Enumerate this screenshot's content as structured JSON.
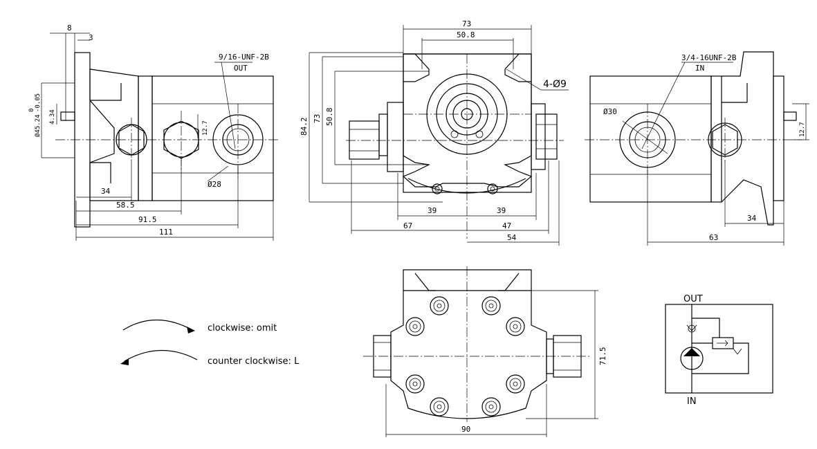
{
  "left_view": {
    "dims": {
      "top_8": "8",
      "top_3": "3",
      "d45": "Ø45.24",
      "d45_tol_upper": "0",
      "d45_tol_lower": "-0.05",
      "d434": "4.34",
      "d12_7": "12.7",
      "d34": "34",
      "d58_5": "58.5",
      "d91_5": "91.5",
      "d111": "111",
      "d28": "Ø28"
    },
    "port_callout_1": "9/16-UNF-2B",
    "port_callout_2": "OUT"
  },
  "front_view": {
    "dims": {
      "d73_top": "73",
      "d50_8_top": "50.8",
      "d84_2": "84.2",
      "d73_left": "73",
      "d50_8_left": "50.8",
      "d39_left": "39",
      "d39_right": "39",
      "d67": "67",
      "d47": "47",
      "d54": "54"
    },
    "holes_label": "4-Ø9"
  },
  "right_view": {
    "dims": {
      "d30": "Ø30",
      "d12_7": "12.7",
      "d34": "34",
      "d63": "63"
    },
    "port_callout_1": "3/4-16UNF-2B",
    "port_callout_2": "IN"
  },
  "bottom_view": {
    "dims": {
      "d71_5": "71.5",
      "d90": "90"
    }
  },
  "rotation_legend": {
    "clockwise": "clockwise: omit",
    "counter_clockwise": "counter clockwise: L"
  },
  "hydraulic_symbol": {
    "out_label": "OUT",
    "in_label": "IN"
  }
}
